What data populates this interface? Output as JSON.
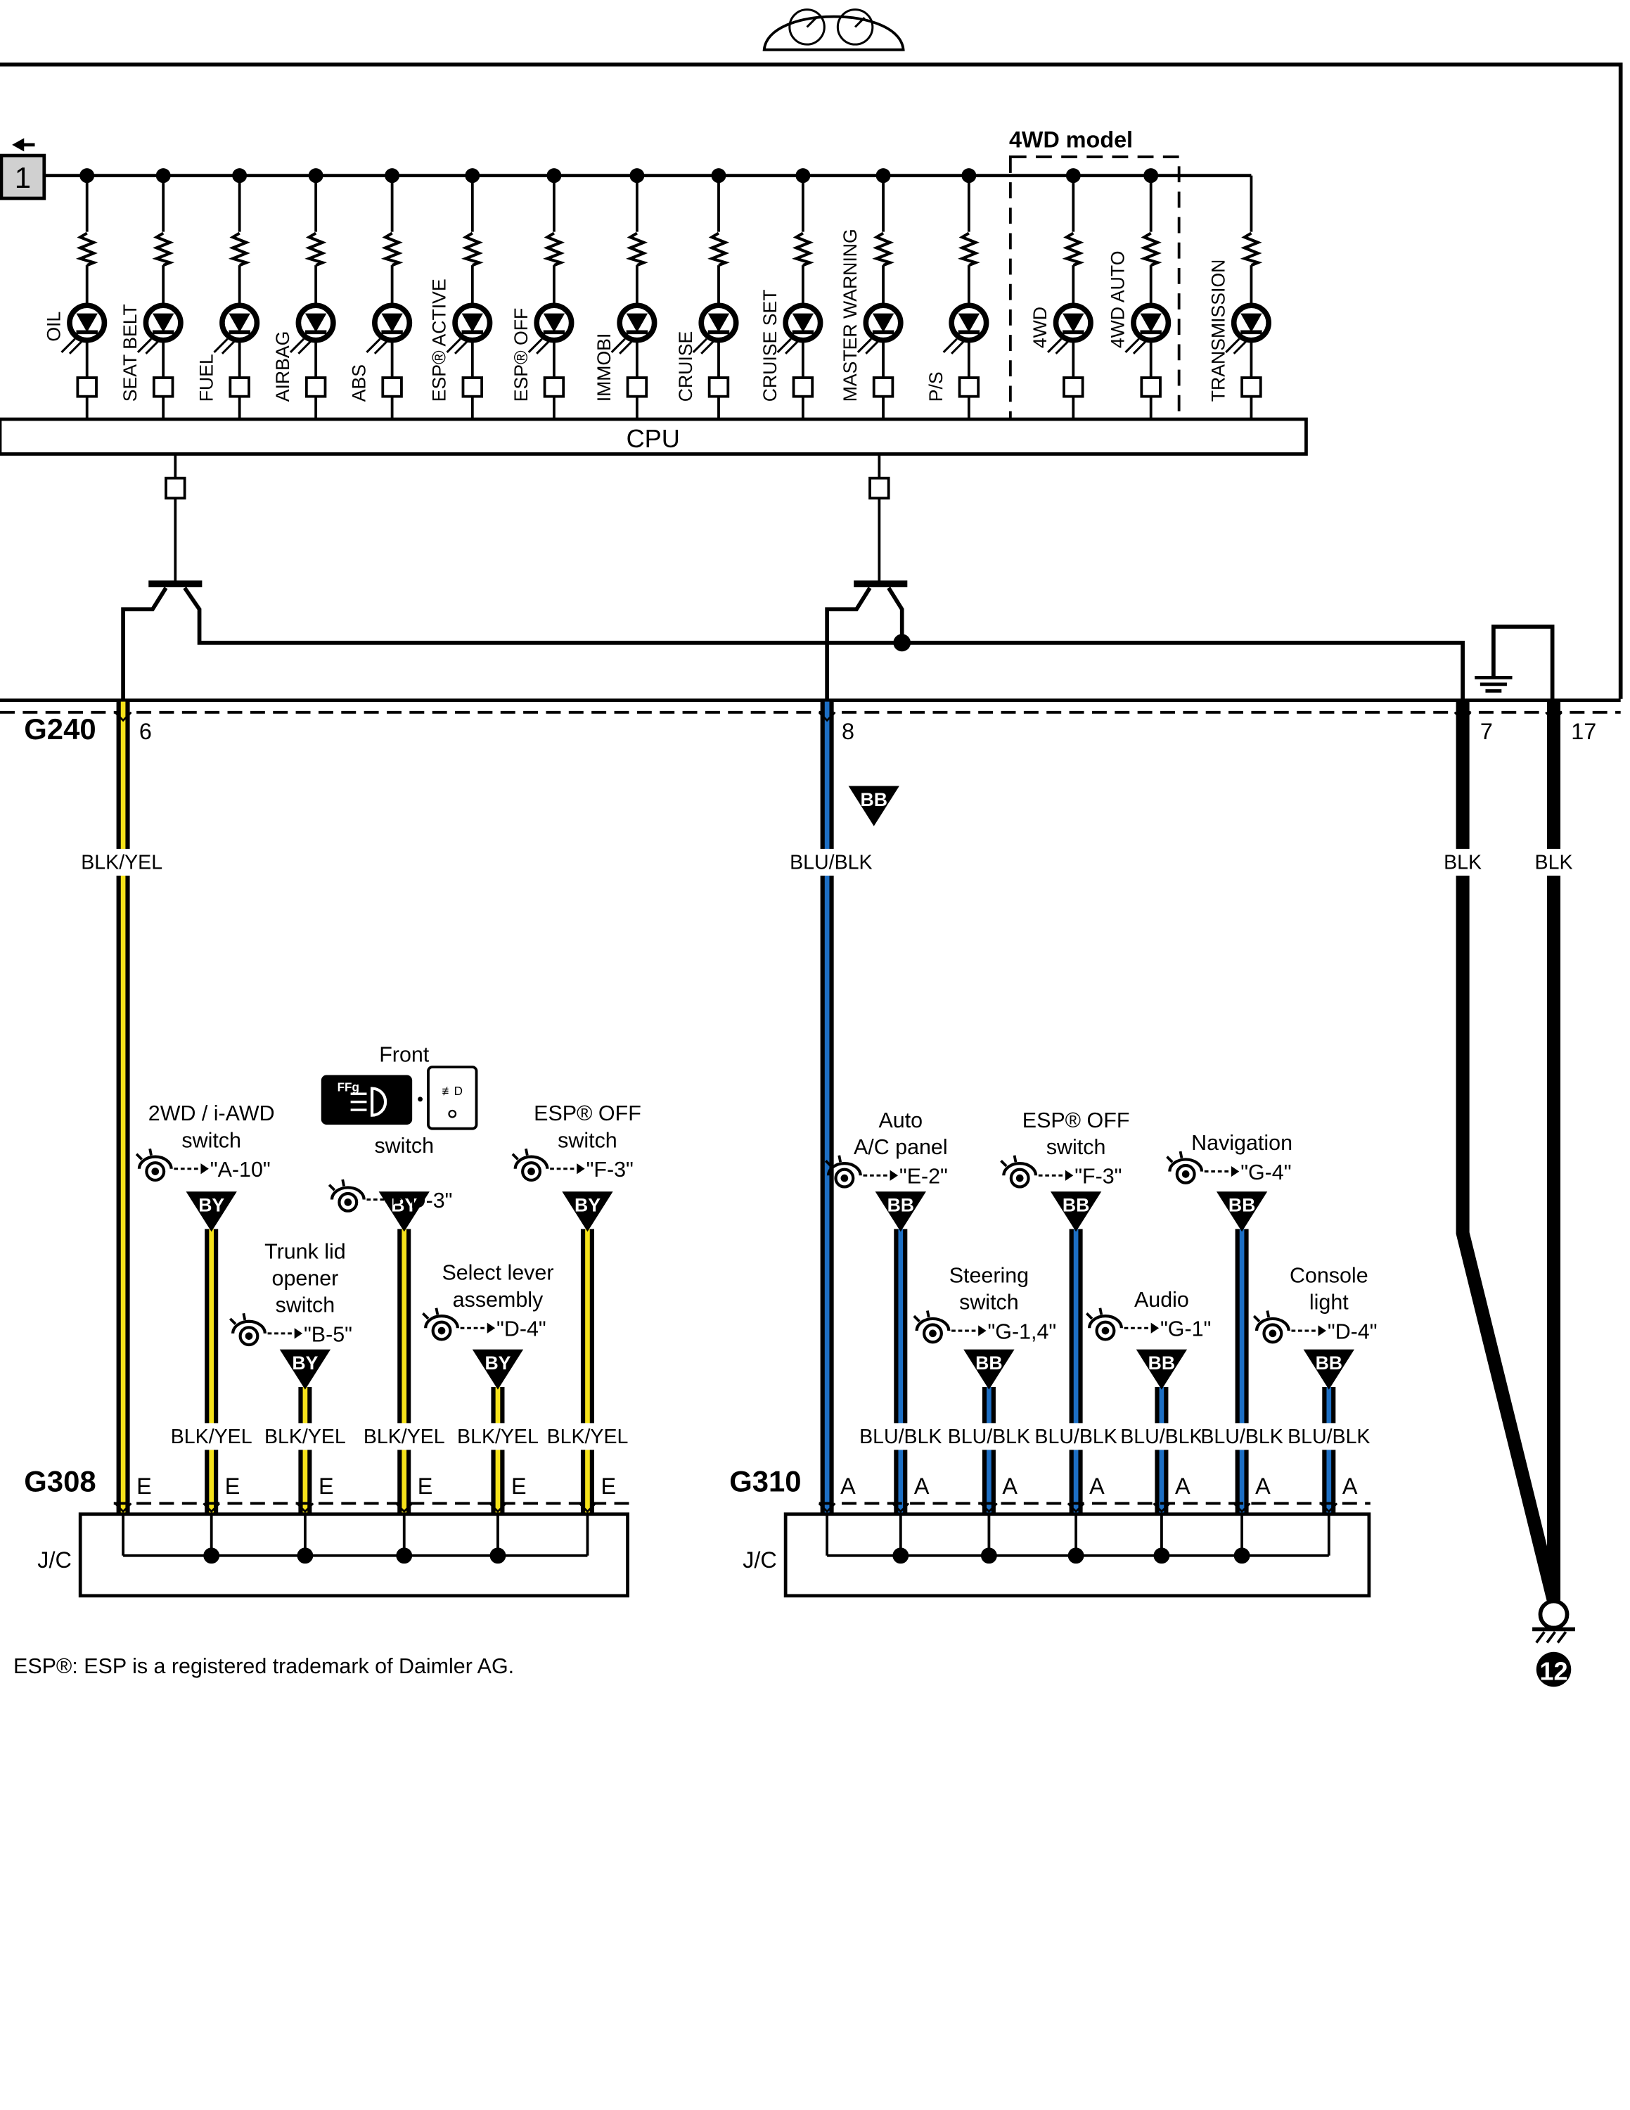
{
  "meter_ref": "1",
  "model_group_label": "4WD model",
  "cpu_label": "CPU",
  "lamps": [
    {
      "label": "OIL"
    },
    {
      "label": "SEAT BELT"
    },
    {
      "label": "FUEL"
    },
    {
      "label": "AIRBAG"
    },
    {
      "label": "ABS"
    },
    {
      "label": "ESP® ACTIVE"
    },
    {
      "label": "ESP® OFF"
    },
    {
      "label": "IMMOBI"
    },
    {
      "label": "CRUISE"
    },
    {
      "label": "CRUISE SET"
    },
    {
      "label": "MASTER WARNING"
    },
    {
      "label": "P/S"
    },
    {
      "label": "4WD"
    },
    {
      "label": "4WD AUTO"
    },
    {
      "label": "TRANSMISSION"
    }
  ],
  "connectors": {
    "g240": {
      "name": "G240",
      "pins": [
        "6",
        "8",
        "7",
        "17"
      ]
    },
    "g308": {
      "name": "G308",
      "pin": "E"
    },
    "g310": {
      "name": "G310",
      "pin": "A"
    }
  },
  "wires": {
    "blk_yel": "BLK/YEL",
    "blu_blk": "BLU/BLK",
    "blk": "BLK"
  },
  "colors": {
    "yellow": "#f5e21a",
    "blue": "#1d6fc4",
    "black": "#000000"
  },
  "jc_label": "J/C",
  "splice_codes": {
    "by": "BY",
    "bb": "BB"
  },
  "ground_ref": "12",
  "left_devices": [
    {
      "lines": [
        "2WD / i-AWD",
        "switch"
      ],
      "ref": "\"A-10\""
    },
    {
      "lines": [
        "Trunk lid",
        "opener",
        "switch"
      ],
      "ref": "\"B-5\""
    },
    {
      "lines": [
        "Front",
        "switch"
      ],
      "ref": "\"D-3\""
    },
    {
      "lines": [
        "Select lever",
        "assembly"
      ],
      "ref": "\"D-4\""
    },
    {
      "lines": [
        "ESP® OFF",
        "switch"
      ],
      "ref": "\"F-3\""
    }
  ],
  "right_devices": [
    {
      "lines": [
        "Auto",
        "A/C panel"
      ],
      "ref": "\"E-2\""
    },
    {
      "lines": [
        "Steering",
        "switch"
      ],
      "ref": "\"G-1,4\""
    },
    {
      "lines": [
        "ESP® OFF",
        "switch"
      ],
      "ref": "\"F-3\""
    },
    {
      "lines": [
        "Audio"
      ],
      "ref": "\"G-1\""
    },
    {
      "lines": [
        "Navigation"
      ],
      "ref": "\"G-4\""
    },
    {
      "lines": [
        "Console",
        "light"
      ],
      "ref": "\"D-4\""
    }
  ],
  "footnote": "ESP®: ESP is a registered trademark of Daimler AG."
}
